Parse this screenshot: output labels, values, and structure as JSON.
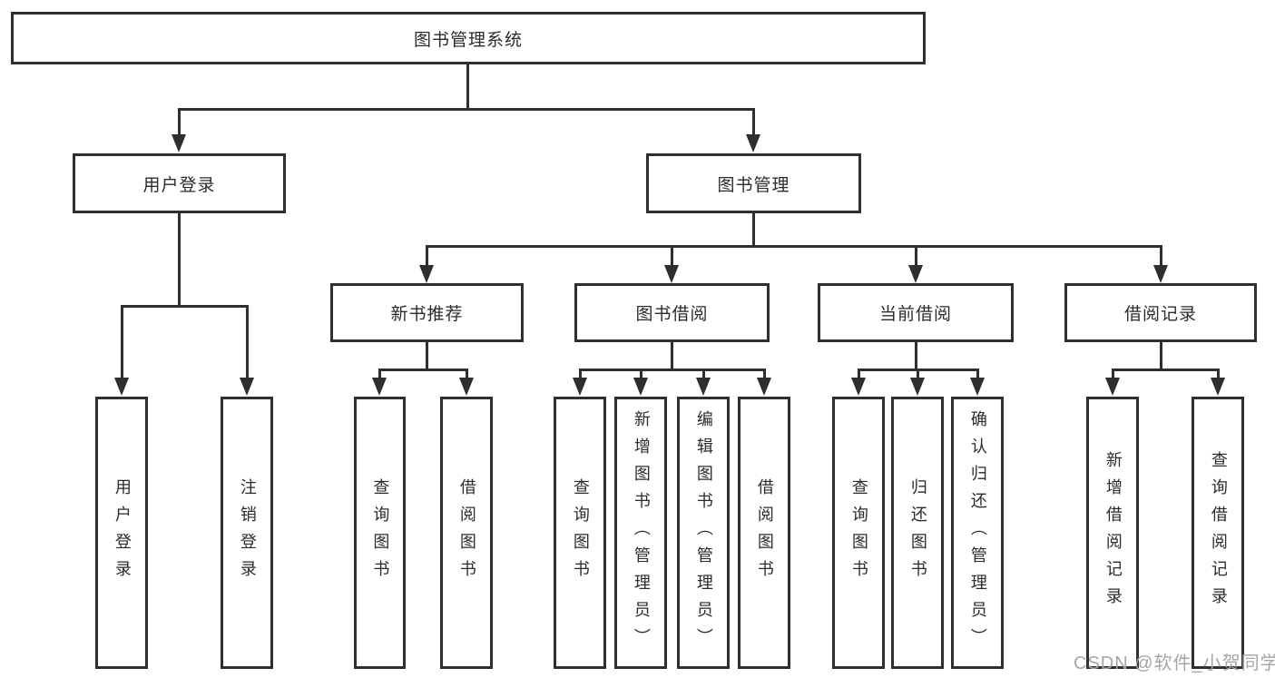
{
  "diagram": {
    "title": "图书管理系统",
    "colors": {
      "line": "#2f2f2f",
      "text": "#2b2b2b",
      "background": "#ffffff",
      "watermark_text": "#a5a5a5"
    },
    "nodes": {
      "root": "图书管理系统",
      "user_login": "用户登录",
      "book_manage": "图书管理",
      "new_book_recommend": "新书推荐",
      "book_borrow": "图书借阅",
      "current_borrow": "当前借阅",
      "borrow_record": "借阅记录"
    },
    "leaves": {
      "login": [
        "用户登录",
        "注销登录"
      ],
      "recommend": [
        "查询图书",
        "借阅图书"
      ],
      "borrow": [
        "查询图书",
        "新增图书（管理员）",
        "编辑图书（管理员）",
        "借阅图书"
      ],
      "current": [
        "查询图书",
        "归还图书",
        "确认归还（管理员）"
      ],
      "records": [
        "新增借阅记录",
        "查询借阅记录"
      ]
    },
    "watermark": "CSDN @软件_小贺同学"
  }
}
